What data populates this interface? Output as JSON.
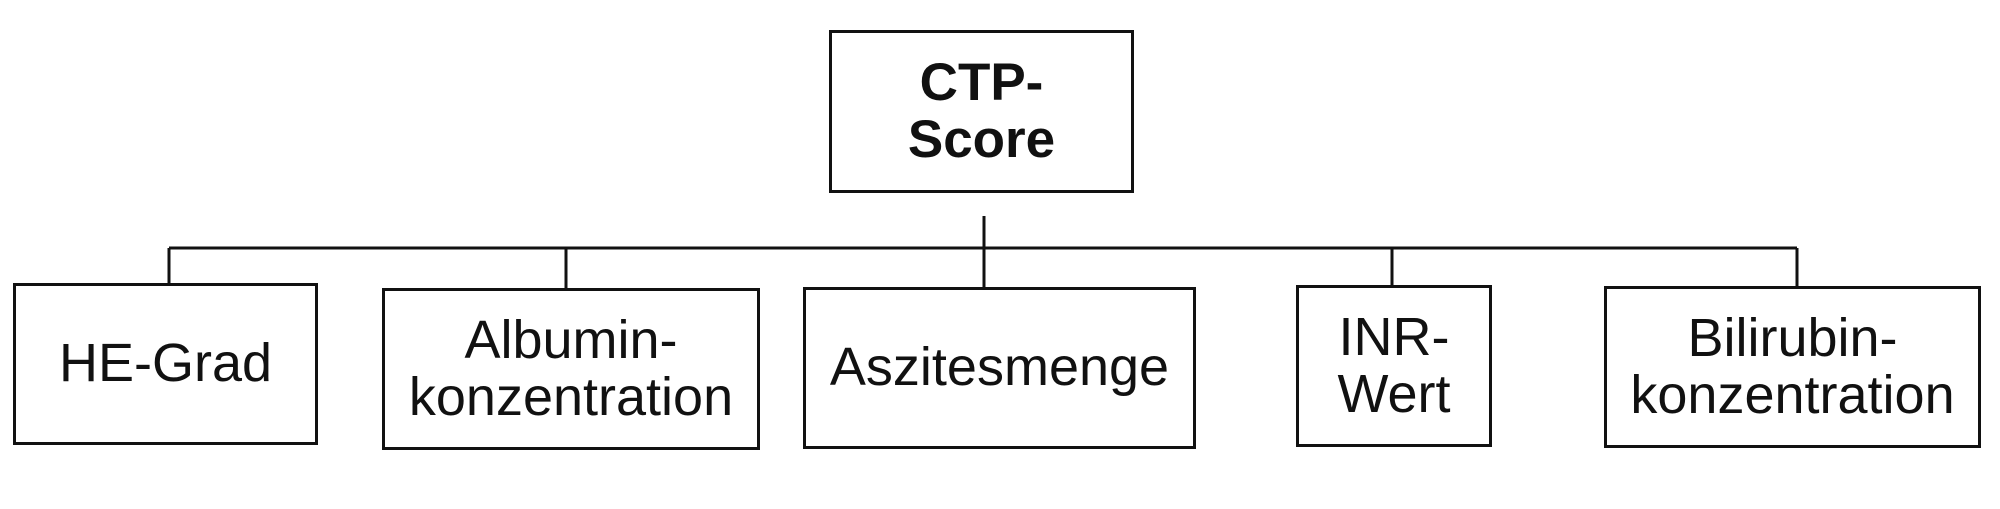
{
  "diagram": {
    "root": {
      "line1": "CTP-",
      "line2": "Score"
    },
    "children": [
      {
        "line1": "HE-Grad",
        "line2": ""
      },
      {
        "line1": "Albumin-",
        "line2": "konzentration"
      },
      {
        "line1": "Aszitesmenge",
        "line2": ""
      },
      {
        "line1": "INR-",
        "line2": "Wert"
      },
      {
        "line1": "Bilirubin-",
        "line2": "konzentration"
      }
    ]
  }
}
